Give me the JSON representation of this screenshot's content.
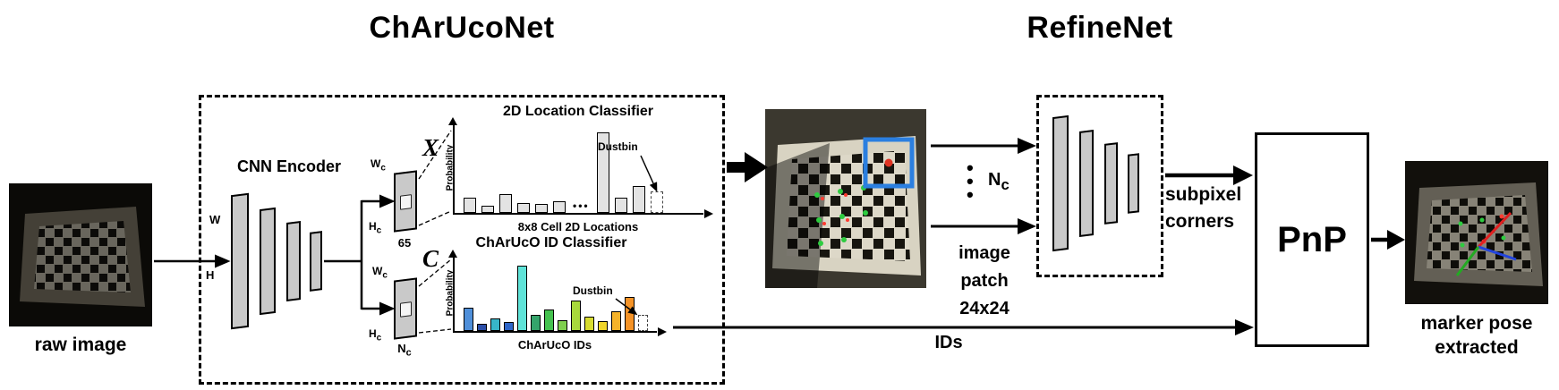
{
  "titles": {
    "charuconet": "ChArUcoNet",
    "refinenet": "RefineNet"
  },
  "io": {
    "raw_image_caption": "raw image",
    "output_caption": "marker pose\nextracted"
  },
  "encoder": {
    "label": "CNN Encoder",
    "w": "W",
    "h": "H"
  },
  "heads": {
    "wc_main": "W",
    "wc_sub": "c",
    "hc_main": "H",
    "hc_sub": "c",
    "loc_count": "65",
    "nc_main": "N",
    "nc_sub": "c",
    "script_x": "X",
    "script_c": "C"
  },
  "middle": {
    "vdots": "•\n•\n•",
    "nc_main": "N",
    "nc_sub": "c",
    "patch_text": "image\npatch\n24x24"
  },
  "right": {
    "subpixel": "subpixel\ncorners",
    "pnp": "PnP",
    "ids": "IDs"
  },
  "chart_data": [
    {
      "type": "bar",
      "title": "2D Location Classifier",
      "ylabel": "Probability",
      "xlabel": "8x8 Cell 2D Locations",
      "dustbin_label": "Dustbin",
      "values": [
        0.18,
        0.08,
        0.22,
        0.12,
        0.1,
        0.14,
        0.95,
        0.18,
        0.32
      ],
      "dots_after": 5,
      "dots_label": "•••",
      "dustbin_value": 0.25,
      "bar_color": "#e3e3e3",
      "ylim": [
        0,
        1
      ],
      "grid": false,
      "legend": false
    },
    {
      "type": "bar",
      "title": "ChArUcO ID Classifier",
      "ylabel": "Probability",
      "xlabel": "ChArUcO IDs",
      "dustbin_label": "Dustbin",
      "values": [
        0.32,
        0.1,
        0.18,
        0.12,
        0.92,
        0.22,
        0.3,
        0.15,
        0.42,
        0.2,
        0.14,
        0.28,
        0.48
      ],
      "colors": [
        "#4f8fd9",
        "#2b4ea8",
        "#37b6c9",
        "#2e66c9",
        "#5fe3d8",
        "#35a46b",
        "#45c24f",
        "#7fcf4e",
        "#a8d93c",
        "#d8dc30",
        "#efd52b",
        "#f5b32a",
        "#f59327"
      ],
      "dustbin_value": 0.22,
      "ylim": [
        0,
        1
      ],
      "grid": false,
      "legend": false
    }
  ],
  "colors": {
    "patch_highlight": "#2b7fe0",
    "layer_fill": "#c9c9c9",
    "arrow": "#000000"
  }
}
